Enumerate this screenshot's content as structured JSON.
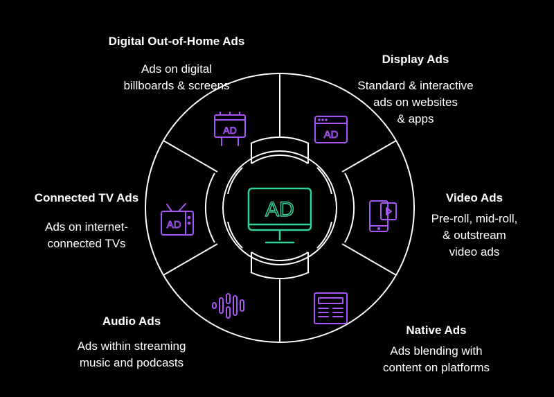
{
  "colors": {
    "background": "#000000",
    "lines": "#ffffff",
    "icon_accent": "#a855f7",
    "center_accent": "#34d399"
  },
  "center": {
    "text": "AD",
    "icon": "monitor-ad-icon"
  },
  "segments": [
    {
      "title": "Digital Out-of-Home Ads",
      "desc": "Ads on digital\nbillboards & screens",
      "icon": "billboard-ad-icon",
      "icon_text": "AD"
    },
    {
      "title": "Display Ads",
      "desc": "Standard & interactive\nads on websites\n& apps",
      "icon": "browser-ad-icon",
      "icon_text": "AD"
    },
    {
      "title": "Video Ads",
      "desc": "Pre-roll, mid-roll,\n& outstream\nvideo ads",
      "icon": "mobile-video-icon"
    },
    {
      "title": "Native Ads",
      "desc": "Ads blending with\ncontent on platforms",
      "icon": "article-layout-icon"
    },
    {
      "title": "Audio Ads",
      "desc": "Ads within streaming\nmusic and podcasts",
      "icon": "audio-wave-icon"
    },
    {
      "title": "Connected TV Ads",
      "desc": "Ads on internet-\nconnected TVs",
      "icon": "tv-ad-icon",
      "icon_text": "AD"
    }
  ]
}
